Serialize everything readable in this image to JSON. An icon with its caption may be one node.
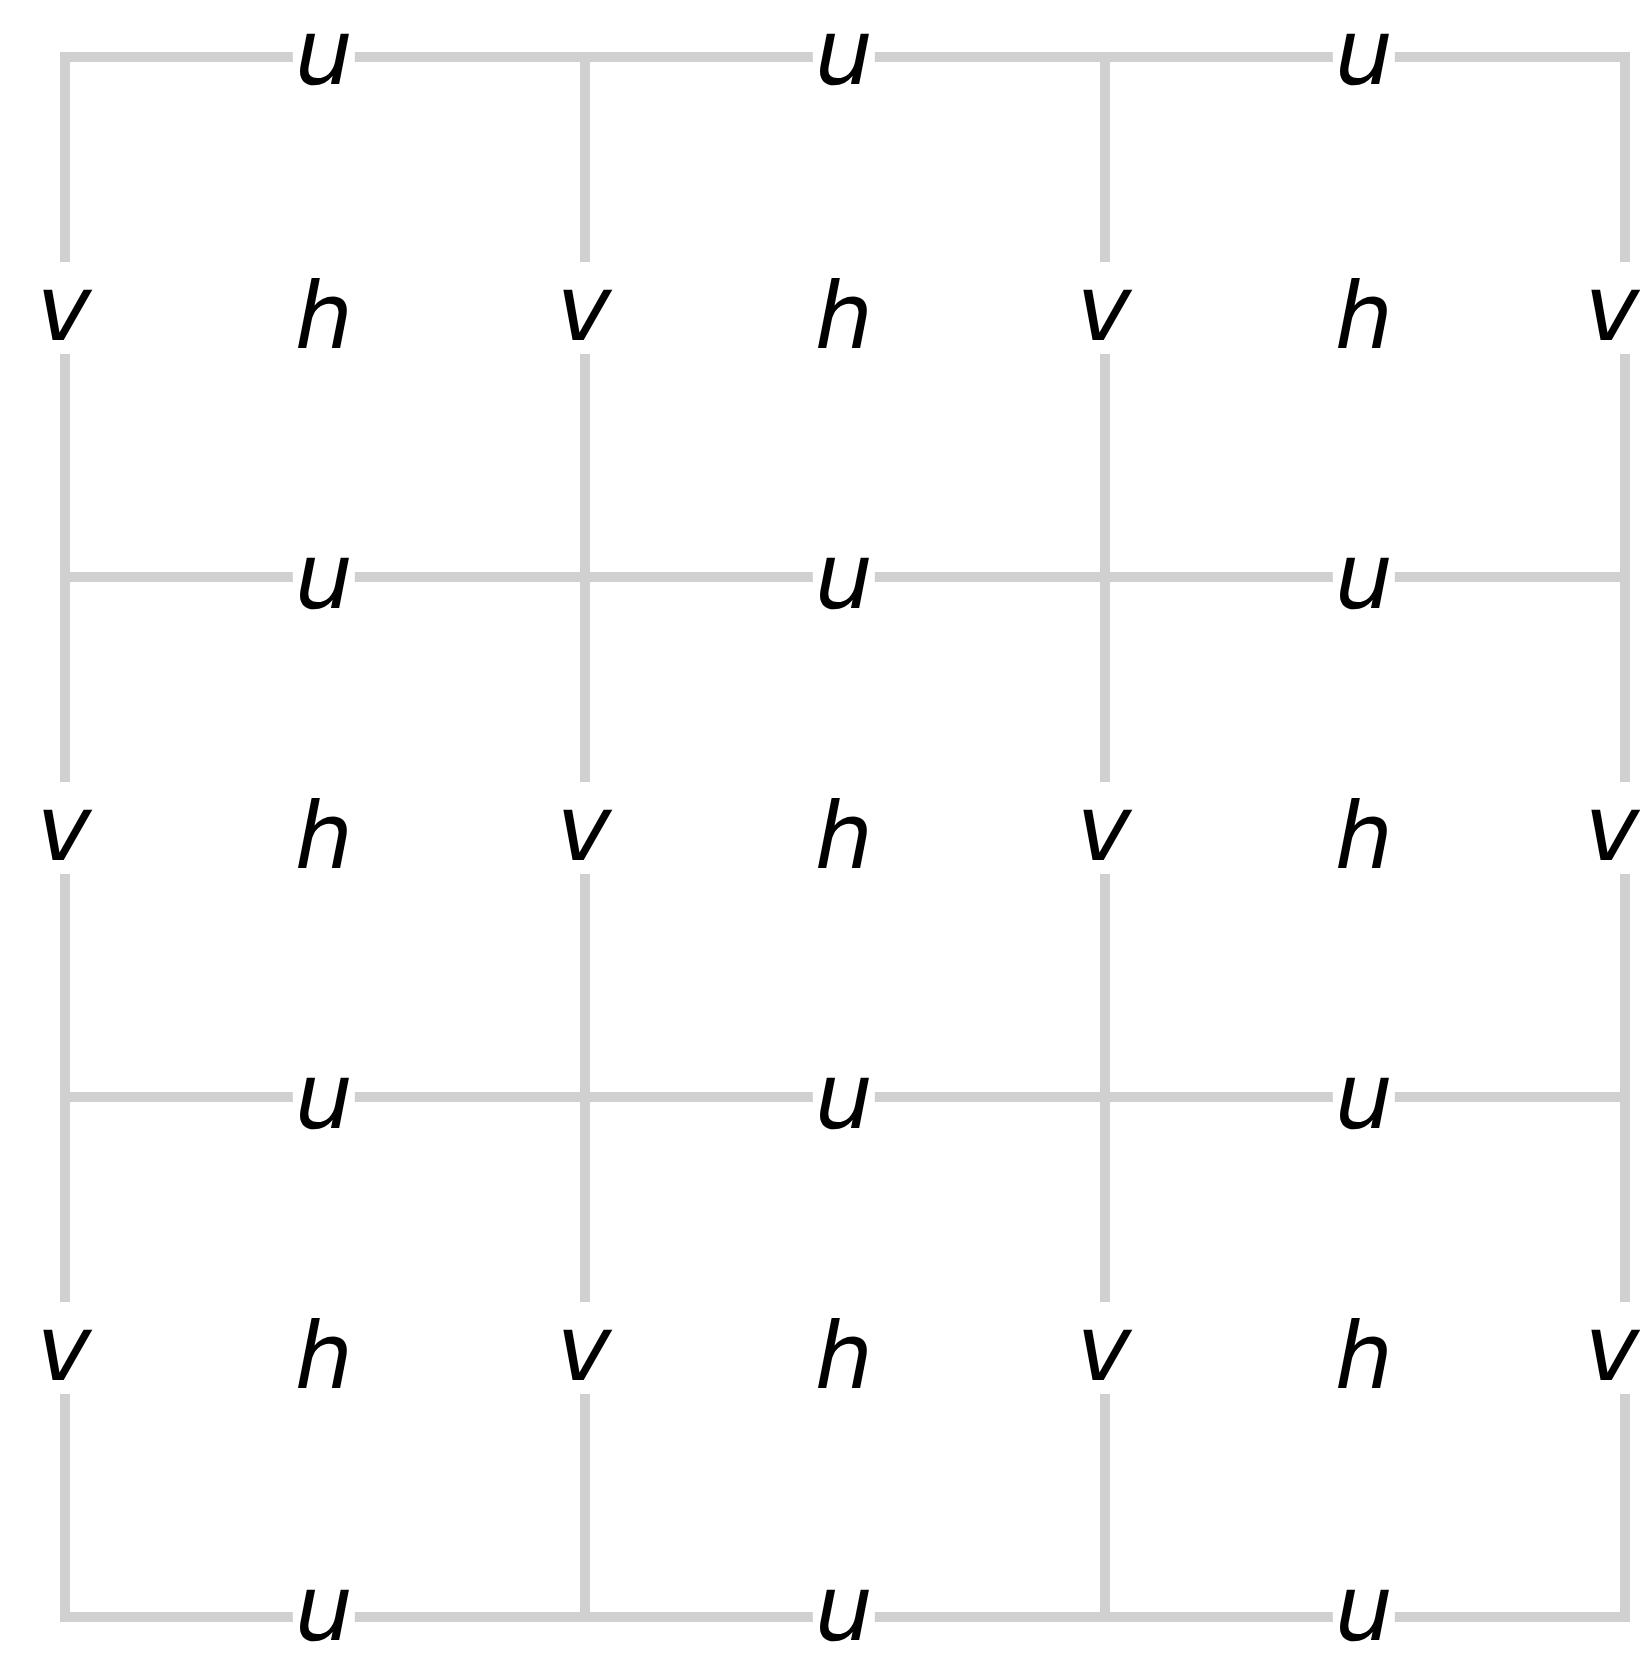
{
  "diagram": {
    "nodes": [
      {
        "text": [
          "h"
        ]
      },
      {
        "text": [
          "h"
        ]
      },
      {
        "text": [
          "h"
        ]
      },
      {
        "text": [
          "h"
        ]
      },
      {
        "text": [
          "h"
        ]
      },
      {
        "text": [
          "h"
        ]
      },
      {
        "text": [
          "h"
        ]
      },
      {
        "text": [
          "h"
        ]
      },
      {
        "text": [
          "h"
        ]
      }
    ],
    "labels": [
      "u",
      "u",
      "u",
      "v",
      "v",
      "v",
      "v",
      "u",
      "u",
      "u",
      "v",
      "v",
      "v",
      "v",
      "u",
      "u",
      "u",
      "v",
      "v",
      "v",
      "v",
      "u",
      "u",
      "u"
    ]
  }
}
